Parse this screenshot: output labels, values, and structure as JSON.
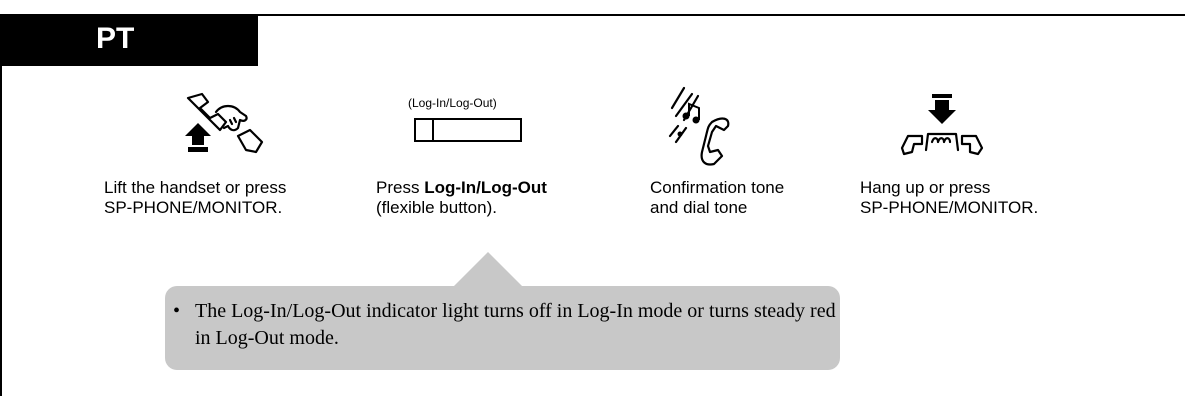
{
  "header": {
    "tab_label": "PT"
  },
  "button_caption": "(Log-In/Log-Out)",
  "steps": [
    {
      "icon": "off-hook-handset-icon",
      "lines": [
        "Lift the handset or press",
        "SP-PHONE/MONITOR."
      ]
    },
    {
      "icon": "flexible-button-icon",
      "line1_bold": "Log-In/Log-Out",
      "line1_prefix": "Press ",
      "line2": "(flexible button)."
    },
    {
      "icon": "confirmation-tone-icon",
      "lines": [
        "Confirmation tone",
        "and dial tone"
      ]
    },
    {
      "icon": "on-hook-handset-icon",
      "lines": [
        "Hang up or press",
        "SP-PHONE/MONITOR."
      ]
    }
  ],
  "note": {
    "bullet": "•",
    "line1": "The Log-In/Log-Out indicator light turns off in Log-In mode or turns steady red",
    "line2": "in Log-Out mode."
  },
  "colors": {
    "frame": "#000000",
    "note_bg": "#c8c8c8"
  }
}
